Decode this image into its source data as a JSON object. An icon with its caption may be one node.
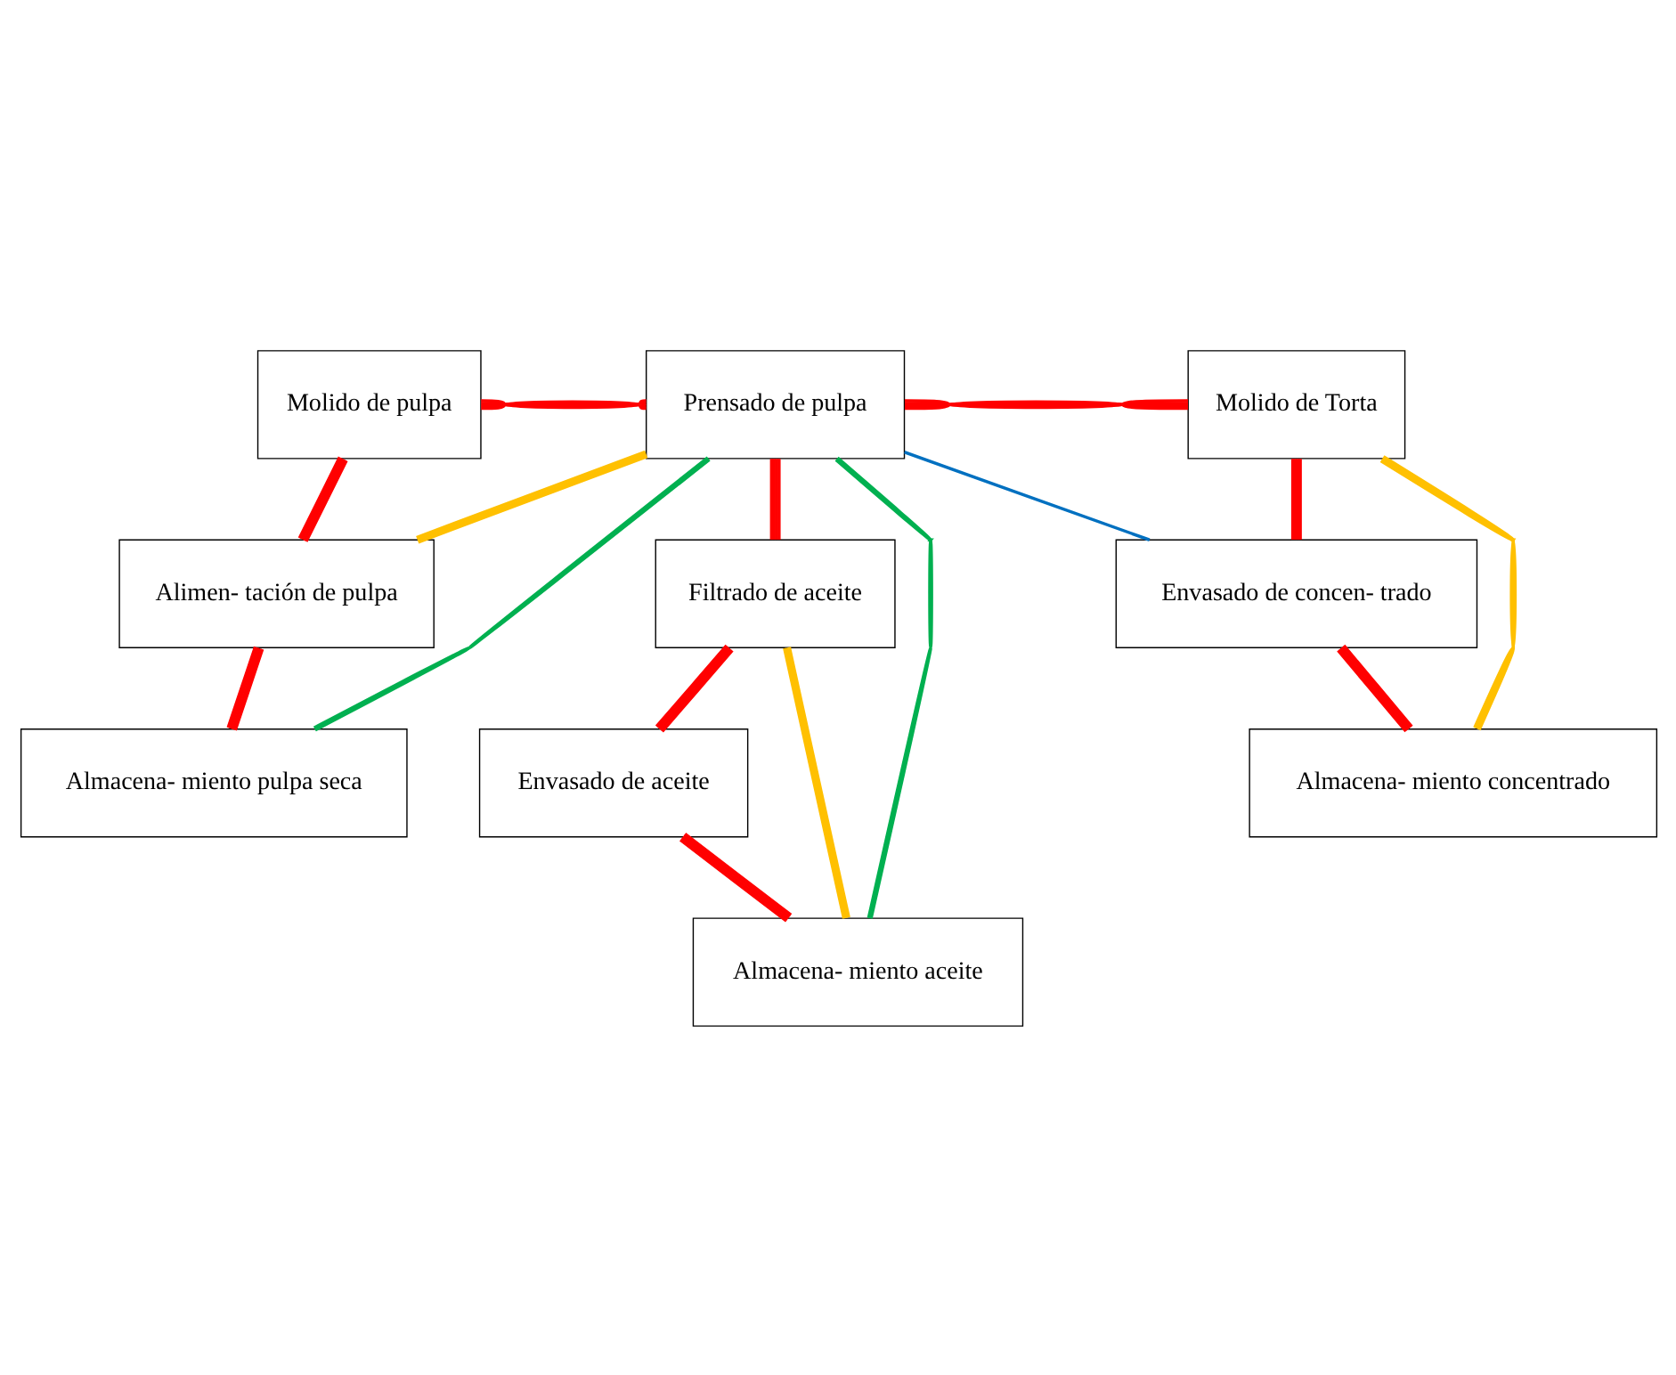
{
  "diagram": {
    "nodes": [
      {
        "text": [
          "Molido de pulpa"
        ]
      },
      {
        "text": [
          "Prensado de pulpa"
        ]
      },
      {
        "text": [
          "Molido de Torta"
        ]
      },
      {
        "text": [
          "Alimen- tación de pulpa"
        ]
      },
      {
        "text": [
          "Filtrado de aceite"
        ]
      },
      {
        "text": [
          "Envasado de concen- trado"
        ]
      },
      {
        "text": [
          "Almacena- miento pulpa seca"
        ]
      },
      {
        "text": [
          "Envasado de aceite"
        ]
      },
      {
        "text": [
          "Almacena- miento concentrado"
        ]
      },
      {
        "text": [
          "Almacena- miento aceite"
        ]
      }
    ],
    "edges": [
      {
        "from": 0,
        "to": 1,
        "arrow": "none"
      },
      {
        "from": 1,
        "to": 2,
        "arrow": "none"
      },
      {
        "from": 0,
        "to": 3,
        "arrow": "none"
      },
      {
        "from": 3,
        "to": 6,
        "arrow": "none"
      },
      {
        "from": 1,
        "to": 3,
        "arrow": "none",
        "color": "#ffc000"
      },
      {
        "from": 1,
        "to": 6,
        "arrow": "none",
        "color": "#00b050"
      },
      {
        "from": 1,
        "to": 4,
        "arrow": "none"
      },
      {
        "from": 4,
        "to": 7,
        "arrow": "none"
      },
      {
        "from": 7,
        "to": 9,
        "arrow": "none"
      },
      {
        "from": 4,
        "to": 9,
        "arrow": "none",
        "color": "#ffc000"
      },
      {
        "from": 1,
        "to": 9,
        "arrow": "none",
        "color": "#00b050"
      },
      {
        "from": 1,
        "to": 5,
        "arrow": "none",
        "color": "#0070c0"
      },
      {
        "from": 2,
        "to": 5,
        "arrow": "none"
      },
      {
        "from": 5,
        "to": 8,
        "arrow": "none"
      },
      {
        "from": 2,
        "to": 8,
        "arrow": "none",
        "color": "#ffc000"
      }
    ]
  }
}
